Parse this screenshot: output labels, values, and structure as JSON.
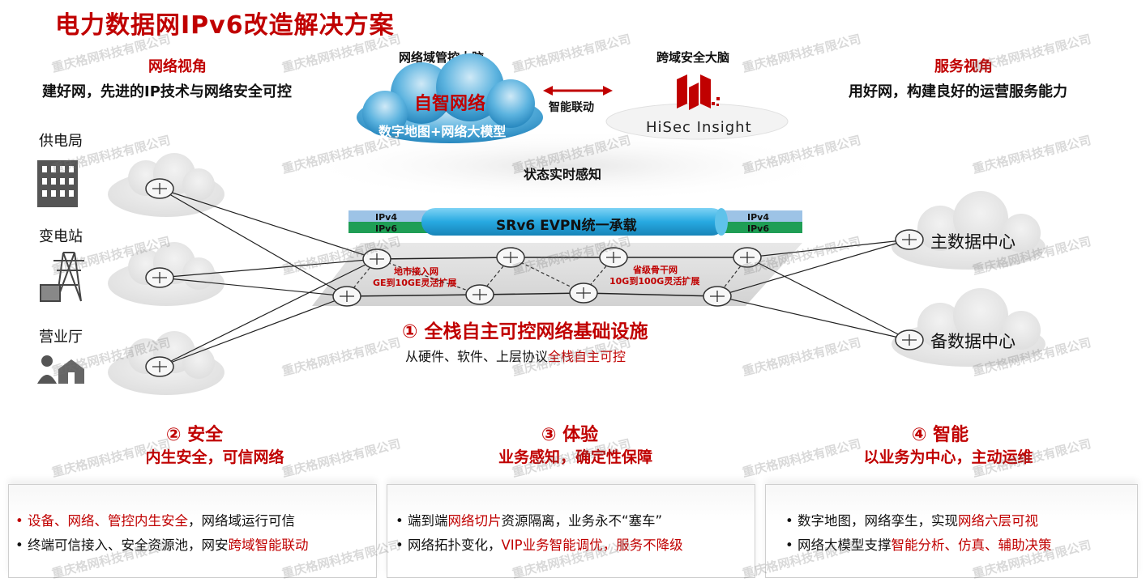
{
  "title": "电力数据网IPv6改造解决方案",
  "left_view": {
    "heading": "网络视角",
    "text": "建好网，先进的IP技术与网络安全可控"
  },
  "right_view": {
    "heading": "服务视角",
    "text": "用好网，构建良好的运营服务能力"
  },
  "brain_left": {
    "label": "网络域管控大脑",
    "cloud_title": "自智网络",
    "cloud_sub": "数字地图+网络大模型"
  },
  "brain_right": {
    "label": "跨域安全大脑",
    "product": "HiSec Insight"
  },
  "linkage": "智能联动",
  "status": "状态实时感知",
  "pipe": {
    "label": "SRv6 EVPN统一承载",
    "ipv4": "IPv4",
    "ipv6": "IPv6"
  },
  "sites": [
    "供电局",
    "变电站",
    "营业厅"
  ],
  "access_net": {
    "line1": "地市接入网",
    "line2": "GE到10GE灵活扩展"
  },
  "backbone_net": {
    "line1": "省级骨干网",
    "line2": "10G到100G灵活扩展"
  },
  "datacenters": {
    "primary": "主数据中心",
    "backup": "备数据中心"
  },
  "infra": {
    "title": "① 全栈自主可控网络基础设施",
    "sub_plain": "从硬件、软件、上层协议",
    "sub_hl": "全栈自主可控"
  },
  "pillars": [
    {
      "title": "② 安全",
      "subtitle": "内生安全，可信网络",
      "b1_a": "设备、网络、管控内生安全",
      "b1_b": "，网络域运行可信",
      "b2_a": "终端可信接入、安全资源池，网安",
      "b2_b": "跨域智能联动"
    },
    {
      "title": "③ 体验",
      "subtitle": "业务感知，确定性保障",
      "b1_a": "端到端",
      "b1_b": "网络切片",
      "b1_c": "资源隔离，业务永不“塞车”",
      "b2_a": "网络拓扑变化，",
      "b2_b": "VIP业务智能调优，服务不降级"
    },
    {
      "title": "④ 智能",
      "subtitle": "以业务为中心，主动运维",
      "b1_a": "数字地图，网络孪生，实现",
      "b1_b": "网络六层可视",
      "b2_a": "网络大模型支撑",
      "b2_b": "智能分析、仿真、辅助决策"
    }
  ],
  "watermark": "重庆格网科技有限公司",
  "colors": {
    "accent": "#c00000",
    "pipe": "#27a9e1",
    "ipv4": "#9dc3e6",
    "ipv6": "#1f9e55"
  }
}
